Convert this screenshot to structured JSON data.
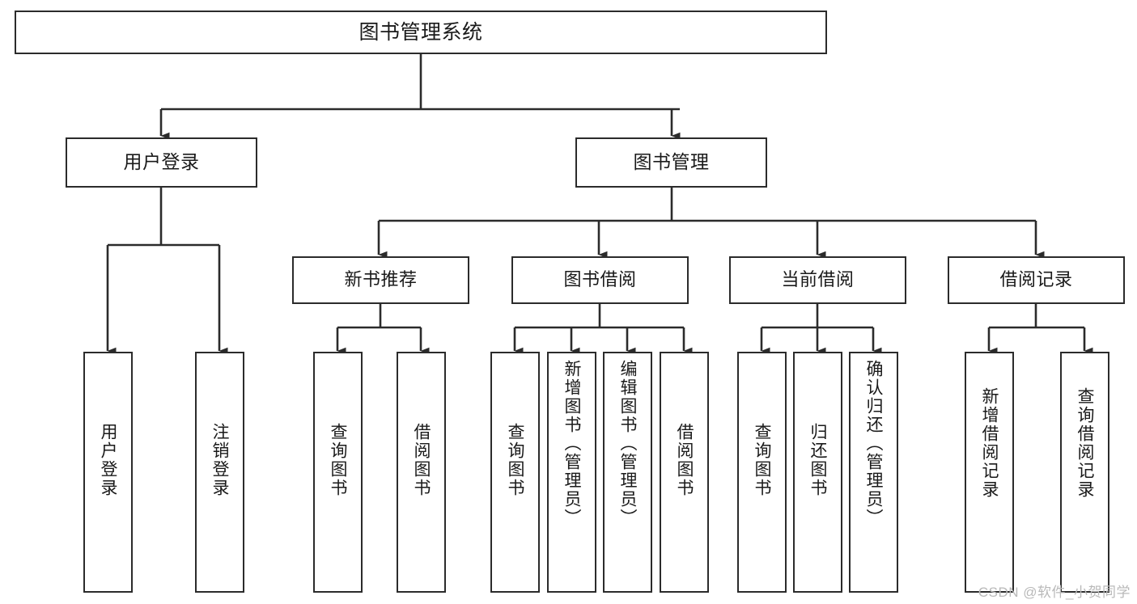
{
  "diagram": {
    "type": "tree-hierarchy",
    "title": "图书管理系统",
    "orientation": "top-down",
    "colors": {
      "box_border": "#2b2b2b",
      "box_fill": "#ffffff",
      "connector": "#2b2b2b",
      "background": "#ffffff",
      "watermark": "#b9b9b9"
    }
  },
  "nodes": {
    "root": {
      "id": "root",
      "label": "图书管理系统",
      "level": 1
    },
    "level2": [
      {
        "id": "user-login",
        "label": "用户登录",
        "level": 2
      },
      {
        "id": "book-management",
        "label": "图书管理",
        "level": 2
      }
    ],
    "level3": [
      {
        "id": "new-book-recommend",
        "label": "新书推荐",
        "level": 3,
        "parent": "book-management"
      },
      {
        "id": "book-borrow",
        "label": "图书借阅",
        "level": 3,
        "parent": "book-management"
      },
      {
        "id": "current-borrow",
        "label": "当前借阅",
        "level": 3,
        "parent": "book-management"
      },
      {
        "id": "borrow-record",
        "label": "借阅记录",
        "level": 3,
        "parent": "book-management"
      }
    ],
    "leaves": [
      {
        "id": "leaf-user-login",
        "label": "用户登录",
        "parent": "user-login"
      },
      {
        "id": "leaf-user-logout",
        "label": "注销登录",
        "parent": "user-login"
      },
      {
        "id": "leaf-query-book-1",
        "label": "查询图书",
        "parent": "new-book-recommend"
      },
      {
        "id": "leaf-borrow-book-1",
        "label": "借阅图书",
        "parent": "new-book-recommend"
      },
      {
        "id": "leaf-query-book-2",
        "label": "查询图书",
        "parent": "book-borrow"
      },
      {
        "id": "leaf-add-book",
        "label": "新增图书（管理员）",
        "parent": "book-borrow"
      },
      {
        "id": "leaf-edit-book",
        "label": "编辑图书（管理员）",
        "parent": "book-borrow"
      },
      {
        "id": "leaf-borrow-book-2",
        "label": "借阅图书",
        "parent": "book-borrow"
      },
      {
        "id": "leaf-query-book-3",
        "label": "查询图书",
        "parent": "current-borrow"
      },
      {
        "id": "leaf-return-book",
        "label": "归还图书",
        "parent": "current-borrow"
      },
      {
        "id": "leaf-confirm-return",
        "label": "确认归还（管理员）",
        "parent": "current-borrow"
      },
      {
        "id": "leaf-add-record",
        "label": "新增借阅记录",
        "parent": "borrow-record"
      },
      {
        "id": "leaf-query-record",
        "label": "查询借阅记录",
        "parent": "borrow-record"
      }
    ]
  },
  "watermark": {
    "text": "CSDN @软件_小贺同学"
  }
}
